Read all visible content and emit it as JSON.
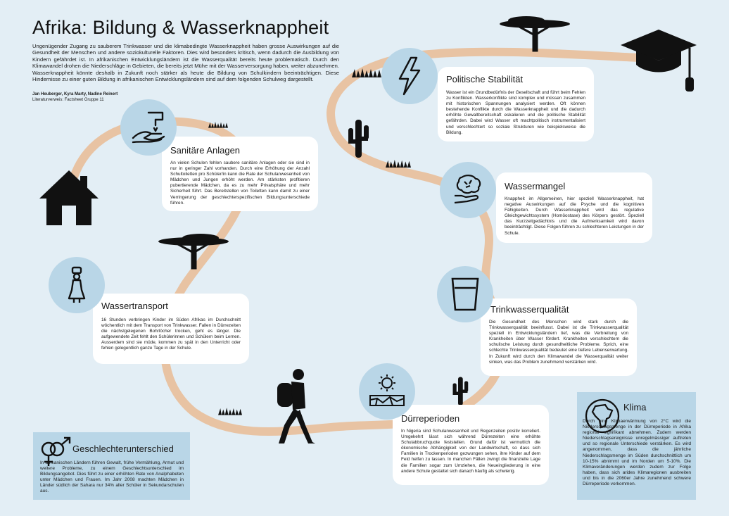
{
  "header": {
    "title": "Afrika: Bildung & Wasserknappheit",
    "intro": "Ungenügender Zugang zu sauberem Trinkwasser und die klimabedingte Wasserknappheit haben grosse Auswirkungen auf die Gesundheit der Menschen und andere soziokulturelle Faktoren. Dies wird besonders kritisch, wenn dadurch die Ausbildung von Kindern gefährdet ist. In afrikanischen Entwicklungsländern ist die Wasserqualität bereits heute problematisch. Durch den Klimawandel drohen die Niederschläge in Gebieten, die bereits jetzt Mühe mit der Wasserversorgung haben, weiter abzunehmen. Wasserknappheit könnte deshalb in Zukunft noch stärker als heute die Bildung von Schulkindern beeinträchtigen. Diese Hindernisse zu einer guten Bildung in afrikanischen Entwicklungsländern sind auf dem folgenden Schulweg dargestellt.",
    "authors": "Jan Heuberger, Kyra Marty, Nadine Reinert",
    "reference": "Literaturverweis: Factsheet Gruppe 11"
  },
  "colors": {
    "path": "#e8c3a3",
    "circle": "#b9d6e7",
    "background": "#e3eef5"
  },
  "icons": {
    "sanitaer": "hand-washing-icon",
    "transport": "woman-carrying-water-icon",
    "politik": "lightning-icon",
    "wassermangel": "brain-hand-icon",
    "trinkwasser": "water-glass-icon",
    "duerre": "sun-cracked-soil-icon",
    "gender": "gender-symbol-icon",
    "klima": "africa-globe-icon"
  },
  "sections": {
    "sanitaer": {
      "title": "Sanitäre Anlagen",
      "text": "An vielen Schulen fehlen saubere sanitäre Anlagen oder sie sind in nur in geringer Zahl vorhanden. Durch eine Erhöhung der Anzahl Schultoiletten pro Schüler/in kann die Rate der Schulanwesenheit von Mädchen und Jungen erhöht werden. Am stärksten profitieren pubertierende Mädchen, da es zu mehr Privatsphäre und mehr Sicherheit führt. Das Bereitstellen von Toiletten kann damit zu einer Verringerung der geschlechterspezifischen Bildungsunterschiede führen."
    },
    "transport": {
      "title": "Wassertransport",
      "text": "16 Stunden verbringen Kinder im Süden Afrikas im Durchschnitt wöchentlich mit dem Transport von Trinkwasser. Fallen in Dürrezeiten die nächstgelegenen Bohrlöcher trocken, geht es länger. Die aufgewendete Zeit fehlt den Schülerinnen und Schülern beim Lernen. Ausserdem sind sie müde, kommen zu spät in den Unterricht oder fehlen gelegentlich ganze Tage in der Schule."
    },
    "politik": {
      "title": "Politische Stabilität",
      "text": "Wasser ist ein Grundbedürfnis der Gesellschaft und führt beim Fehlen zu Konflikten. Wasserkonflikte sind komplex und müssen zusammen mit historischen Spannungen analysiert werden. Oft können bestehende Konflikte durch die Wasserknappheit und die dadurch erhöhte Gewaltbereitschaft eskalieren und die politische Stabilität gefährden. Dabei wird Wasser oft machtpolitisch instrumentalisiert und verschlechtert so soziale Strukturen wie beispielsweise die Bildung."
    },
    "wassermangel": {
      "title": "Wassermangel",
      "text": "Knappheit im Allgemeinen, hier speziell Wasserknappheit, hat negative Auswirkungen auf die Psyche und die kognitiven Fähigkeiten. Durch Wasserknappheit wird das regulative Gleichgewichtssystem (Homöostase) des Körpers gestört. Speziell das Kurzzeitgedächtnis und die Aufmerksamkeit wird davon beeinträchtigt. Diese Folgen führen zu schlechteren Leistungen in der Schule."
    },
    "trinkwasser": {
      "title": "Trinkwasserqualität",
      "text": "Die Gesundheit des Menschen wird stark durch die Trinkwasserqualität beeinflusst. Dabei ist die Trinkwasserqualität speziell in Entwicklungsländern tief, was die Verbreitung von Krankheiten über Wasser fördert. Krankheiten verschlechtern die schulische Leistung durch gesundheitliche Probleme. Sprich, eine schlechte Trinkwasserqualität bedeutet eine tiefere Lebenserwartung. In Zukunft wird durch den Klimawandel die Wasserqualität weiter sinken, was das Problem zunehmend verstärken wird."
    },
    "duerre": {
      "title": "Dürreperioden",
      "text": "In Nigeria sind Schulanwesenheit und Regenzeiten positiv korreliert. Umgekehrt lässt sich während Dürrezeiten eine erhöhte Schulabbruchquote feststellen. Grund dafür ist vermutlich die ökonomische Abhängigkeit von der Landwirtschaft, so dass sich Familien in Trockenperioden gezwungen sehen, ihre Kinder auf dem Feld helfen zu lassen. In manchen Fällen zwingt die finanzielle Lage die Familien sogar zum Umziehen, die Neueingliederung in eine andere Schule gestaltet sich danach häufig als schwierig."
    },
    "gender": {
      "title": "Geschlechterunterschied",
      "text": "In afrikanischen Ländern führen Gewalt, frühe Vermählung, Armut und weitere Probleme, zu einem Geschlechtsunterschied im Bildungsangebot. Dies führt zu einer erhöhten Rate von Analphabeten unter Mädchen und Frauen. Im Jahr 2008 machten Mädchen in Länder südlich der Sahara nur 34% aller Schüler in Sekundarschulen aus."
    },
    "klima": {
      "title": "Klima",
      "text": "Durch eine Klimaerwärmung von 2°C wird die Niederschlagsmenge in der Dürreperiode in Afrika regional signifikant abnehmen. Zudem werden Niederschlagsereignisse unregelmässiger auftreten und so regionale Unterschiede verstärken. Es wird angenommen, dass die jährliche Niederschlagsmenge im Süden durchschnittlich um 10-15% abnimmt und im Norden um 5-10%. Die Klimaveränderungen werden zudem zur Folge haben, dass sich arides Klimaregionen ausbreiten und bis in die 2060er Jahre zunehmend schwere Dürreperiode vorkommen."
    }
  }
}
